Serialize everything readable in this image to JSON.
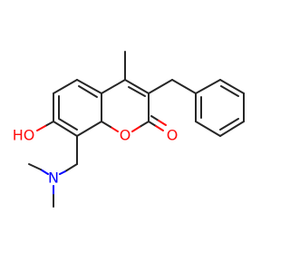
{
  "molecule": {
    "atoms": {
      "ring_oxygen": "O",
      "carbonyl_oxygen": "O",
      "hydroxyl": "HO",
      "amine_nitrogen": "N"
    },
    "colors": {
      "bond": "#262626",
      "oxygen": "#ff0d0d",
      "nitrogen": "#0000ff",
      "background": "#ffffff"
    }
  }
}
